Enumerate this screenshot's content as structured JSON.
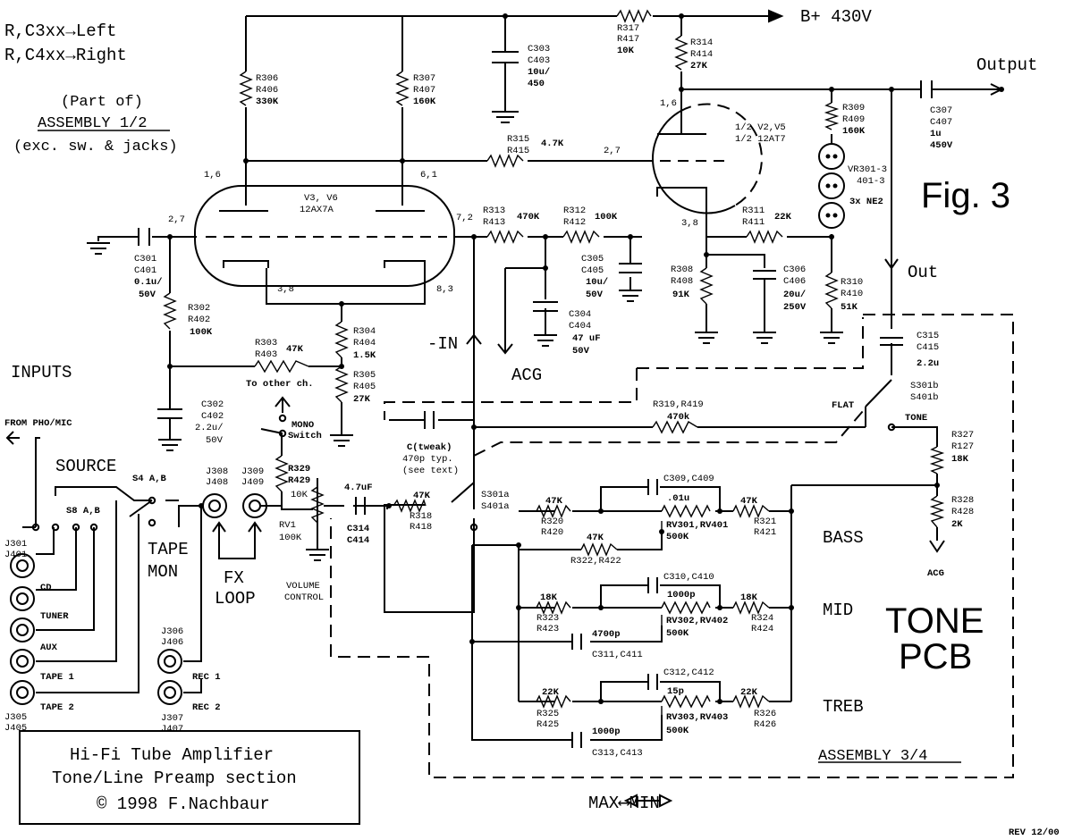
{
  "header": {
    "left_line1": "R,C3xx→Left",
    "left_line2": "R,C4xx→Right",
    "part_of": "(Part of)",
    "assembly_12": "ASSEMBLY 1/2",
    "exc": "(exc. sw. & jacks)",
    "bplus": "B+ 430V",
    "output": "Output",
    "fig": "Fig. 3",
    "out": "Out"
  },
  "title_box": {
    "line1": "Hi-Fi Tube Amplifier",
    "line2": "Tone/Line Preamp section",
    "line3": "© 1998 F.Nachbaur"
  },
  "footer": {
    "max_min": "MAX⟷MIN",
    "rev": "REV 12/00",
    "assembly_34": "ASSEMBLY 3/4"
  },
  "tone_pcb": {
    "line1": "TONE",
    "line2": "PCB"
  },
  "sections": {
    "inputs": "INPUTS",
    "from_pho": "FROM PHO/MIC",
    "source": "SOURCE",
    "tape_mon_1": "TAPE",
    "tape_mon_2": "MON",
    "fx_1": "FX",
    "fx_2": "LOOP",
    "volume_1": "VOLUME",
    "volume_2": "CONTROL",
    "in_label": "-IN",
    "acg_label": "ACG",
    "acg2": "ACG",
    "bass": "BASS",
    "mid": "MID",
    "treb": "TREB",
    "flat": "FLAT",
    "tone": "TONE"
  },
  "tubes": {
    "v3": {
      "name": "V3, V6",
      "type": "12AX7A",
      "pins_left": "1,6",
      "pins_right": "6,1",
      "grid_left": "2,7",
      "grid_right": "7,2",
      "cath_left": "3,8",
      "cath_right": "8,3"
    },
    "v2": {
      "name": "1/2 V2,V5",
      "type": "1/2 12AT7",
      "plate": "1,6",
      "grid": "2,7",
      "cath": "3,8"
    }
  },
  "components": {
    "r306": [
      "R306",
      "R406",
      "330K"
    ],
    "r307": [
      "R307",
      "R407",
      "160K"
    ],
    "c303": [
      "C303",
      "C403",
      "10u/",
      "450"
    ],
    "r317": [
      "R317",
      "R417",
      "10K"
    ],
    "r314": [
      "R314",
      "R414",
      "27K"
    ],
    "r309": [
      "R309",
      "R409",
      "160K"
    ],
    "c307": [
      "C307",
      "C407",
      "1u",
      "450V"
    ],
    "r315": [
      "R315",
      "R415",
      "4.7K"
    ],
    "vr301": [
      "VR301-3",
      "401-3",
      "3x NE2"
    ],
    "c301": [
      "C301",
      "C401",
      "0.1u/",
      "50V"
    ],
    "r313": [
      "R313",
      "R413",
      "470K"
    ],
    "r312": [
      "R312",
      "R412",
      "100K"
    ],
    "r311": [
      "R311",
      "R411",
      "22K"
    ],
    "c305": [
      "C305",
      "C405",
      "10u/",
      "50V"
    ],
    "r308": [
      "R308",
      "R408",
      "91K"
    ],
    "c306": [
      "C306",
      "C406",
      "20u/",
      "250V"
    ],
    "r310": [
      "R310",
      "R410",
      "51K"
    ],
    "c304": [
      "C304",
      "C404",
      "47 uF",
      "50V"
    ],
    "r302": [
      "R302",
      "R402",
      "100K"
    ],
    "r303": [
      "R303",
      "R403",
      "47K"
    ],
    "r304": [
      "R304",
      "R404",
      "1.5K"
    ],
    "r305": [
      "R305",
      "R405",
      "27K"
    ],
    "c302": [
      "C302",
      "C402",
      "2.2u/",
      "50V"
    ],
    "c315": [
      "C315",
      "C415",
      "2.2u"
    ],
    "s301b": [
      "S301b",
      "S401b"
    ],
    "r319": [
      "R319,R419",
      "470k"
    ],
    "r327": [
      "R327",
      "R127",
      "18K"
    ],
    "r328": [
      "R328",
      "R428",
      "2K"
    ],
    "ctweak": [
      "C(tweak)",
      "470p typ.",
      "(see text)"
    ],
    "other_ch": "To other ch.",
    "mono": [
      "MONO",
      "Switch"
    ],
    "r329": [
      "R329",
      "R429",
      "10K"
    ],
    "rv1": [
      "RV1",
      "100K"
    ],
    "c314": [
      "4.7uF",
      "C314",
      "C414"
    ],
    "r318": [
      "47K",
      "R318",
      "R418"
    ],
    "s301a": [
      "S301a",
      "S401a"
    ],
    "c309": [
      "C309,C409",
      ".01u"
    ],
    "r320": [
      "47K",
      "R320",
      "R420"
    ],
    "r321": [
      "47K",
      "R321",
      "R421"
    ],
    "rv301": [
      "RV301,RV401",
      "500K"
    ],
    "r322": [
      "47K",
      "R322,R422"
    ],
    "c310": [
      "C310,C410",
      "1000p"
    ],
    "r323": [
      "18K",
      "R323",
      "R423"
    ],
    "r324": [
      "18K",
      "R324",
      "R424"
    ],
    "rv302": [
      "RV302,RV402",
      "500K"
    ],
    "c311": [
      "4700p",
      "C311,C411"
    ],
    "c312": [
      "C312,C412",
      "15p"
    ],
    "r325": [
      "22K",
      "R325",
      "R425"
    ],
    "r326": [
      "22K",
      "R326",
      "R426"
    ],
    "rv303": [
      "RV303,RV403",
      "500K"
    ],
    "c313": [
      "1000p",
      "C313,C413"
    ],
    "s4": "S4 A,B",
    "s8": "S8 A,B"
  },
  "jacks": {
    "j301": [
      "J301",
      "J401"
    ],
    "cd": "CD",
    "tuner": "TUNER",
    "aux": "AUX",
    "tape1": "TAPE 1",
    "tape2": "TAPE 2",
    "j305": [
      "J305",
      "J405"
    ],
    "j308": [
      "J308",
      "J408"
    ],
    "j309": [
      "J309",
      "J409"
    ],
    "j306": [
      "J306",
      "J406"
    ],
    "rec1": "REC 1",
    "rec2": "REC 2",
    "j307": [
      "J307",
      "J407"
    ]
  }
}
